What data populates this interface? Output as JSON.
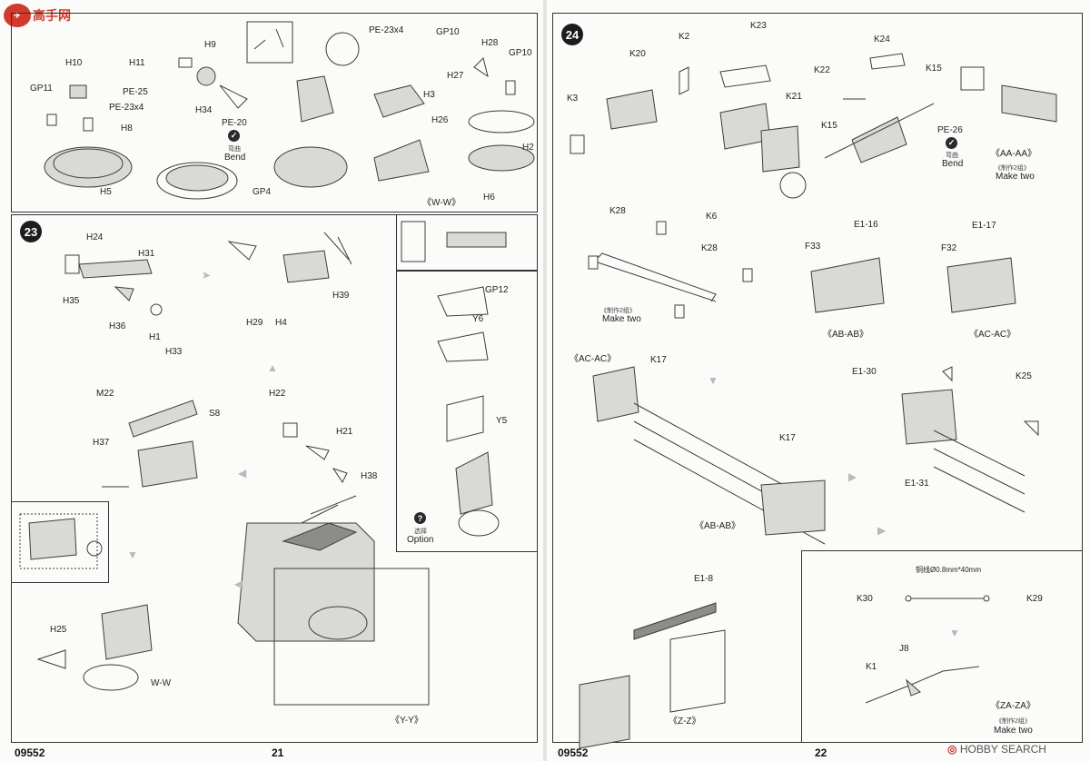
{
  "watermark": {
    "logo_text": "高手网",
    "brand": "HOBBY SEARCH"
  },
  "footer": {
    "kit_left": "09552",
    "page_left": "21",
    "kit_right": "09552",
    "page_right": "22"
  },
  "step23": {
    "number": "23"
  },
  "step24": {
    "number": "24"
  },
  "notes": {
    "bend_zh": "弯曲",
    "bend_en": "Bend",
    "option_zh": "选择",
    "option_en": "Option",
    "make_two_zh": "《制作2组》",
    "make_two_en": "Make two",
    "wire_spec": "铜线Ø0.8mm*40mm"
  },
  "views": {
    "ww_1": "《W-W》",
    "ww_2": "W-W",
    "yy": "《Y-Y》",
    "aa_aa": "《AA-AA》",
    "ab_ab_1": "《AB-AB》",
    "ab_ab_2": "《AB-AB》",
    "ac_ac_1": "《AC-AC》",
    "ac_ac_2": "《AC-AC》",
    "zz": "《Z-Z》",
    "za_za": "《ZA-ZA》"
  },
  "parts": {
    "H10": "H10",
    "GP11": "GP11",
    "H5": "H5",
    "H11": "H11",
    "H9": "H9",
    "PE25": "PE-25",
    "PE23x4a": "PE-23x4",
    "H8": "H8",
    "H34": "H34",
    "PE20": "PE-20",
    "GP4": "GP4",
    "PE23x4b": "PE-23x4",
    "H3": "H3",
    "H26": "H26",
    "GP10a": "GP10",
    "H28": "H28",
    "GP10b": "GP10",
    "H27": "H27",
    "H2": "H2",
    "H6": "H6",
    "H24": "H24",
    "H31": "H31",
    "H35": "H35",
    "H36": "H36",
    "H1": "H1",
    "H33": "H33",
    "H29": "H29",
    "H4": "H4",
    "H39": "H39",
    "GP12": "GP12",
    "Y6": "Y6",
    "Y5": "Y5",
    "M22": "M22",
    "S8": "S8",
    "H37": "H37",
    "H22": "H22",
    "H21": "H21",
    "H38": "H38",
    "H25": "H25",
    "K2": "K2",
    "K20": "K20",
    "K3": "K3",
    "K23": "K23",
    "K21": "K21",
    "K24": "K24",
    "K22": "K22",
    "K15a": "K15",
    "K15b": "K15",
    "PE26": "PE-26",
    "K28a": "K28",
    "K6": "K6",
    "K28b": "K28",
    "E1_16": "E1-16",
    "F33": "F33",
    "E1_17": "E1-17",
    "F32": "F32",
    "K17a": "K17",
    "K17b": "K17",
    "E1_30": "E1-30",
    "K25": "K25",
    "E1_31": "E1-31",
    "E1_8": "E1-8",
    "K30": "K30",
    "K29": "K29",
    "J8": "J8",
    "K1": "K1"
  }
}
